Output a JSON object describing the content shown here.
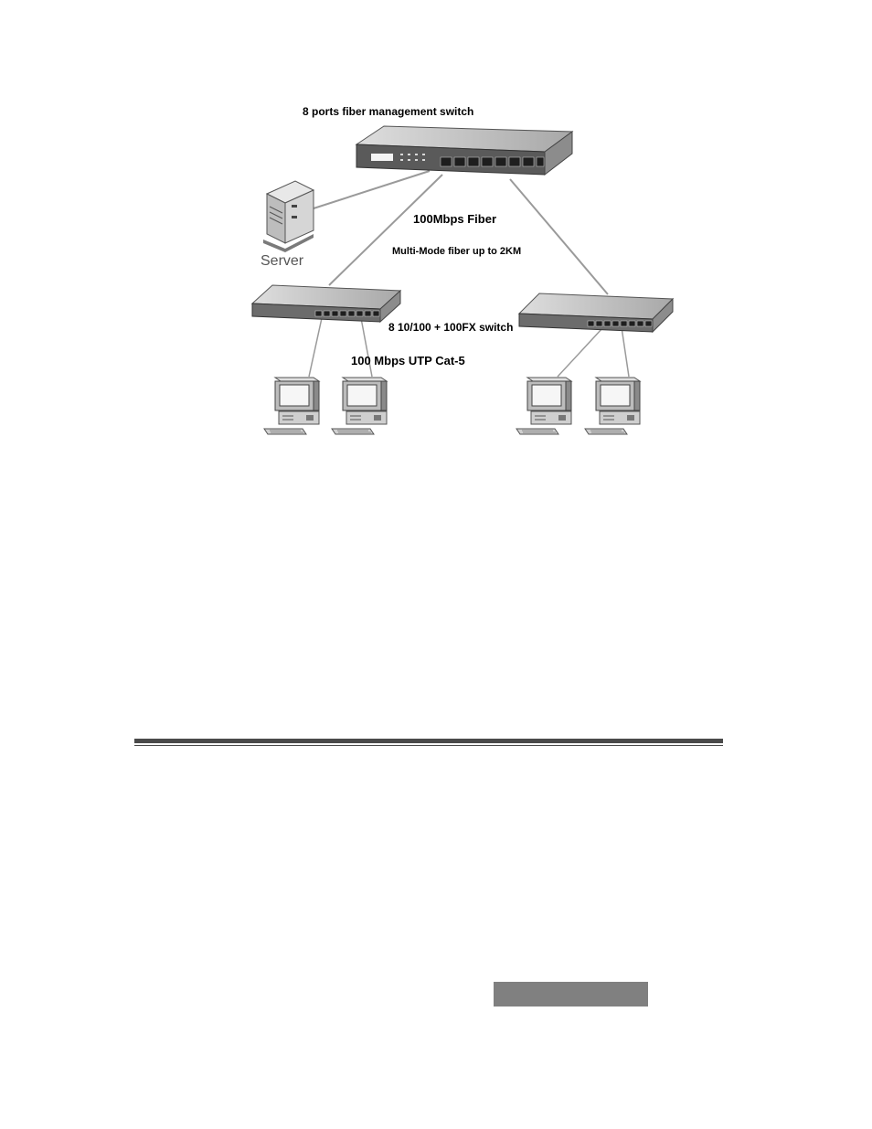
{
  "diagram": {
    "title": "8 ports fiber management switch",
    "server_label": "Server",
    "fiber_label": "100Mbps Fiber",
    "fiber_note": "Multi-Mode fiber up to 2KM",
    "switch_label": "8 10/100 + 100FX  switch",
    "utp_label": "100 Mbps UTP Cat-5"
  }
}
